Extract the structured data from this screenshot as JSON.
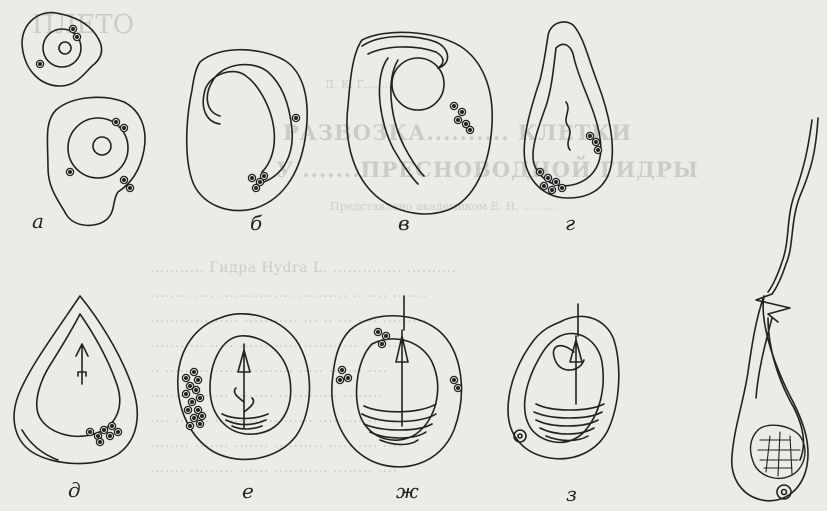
{
  "figure": {
    "panel_labels": {
      "a": "а",
      "b": "б",
      "v": "в",
      "g": "г",
      "d": "д",
      "e": "е",
      "zh": "ж",
      "z": "з"
    }
  },
  "background_text": {
    "page_title_fragment": "ПЛЕТО",
    "author_line": "Д. К. Г........",
    "heading_line_1": "РАЗВОЗКА.......... КЛЕТКИ",
    "heading_line_2": "У .......ПРЕСНОВОДНОЙ ГИДРЫ",
    "subtitle": "Представлено академиком Е. Н. ..........",
    "body_lines": [
      "...........  Гидра  Hydra  L.  ..............  ..........",
      "........  ....  ...............  ..........  ..  ....  .......",
      "............  .....  ...........  ...  ..  ...  ....  .........",
      ".......  ...  .....  ............  ...........  ..  ......",
      "..  .....  ..........  .........  .....  .......  ....",
      ".........  ......  ........  ............  ........",
      "....  .......  ..........  .........  .........  ......",
      "........  .......  .......  ..........  .....  ....  ....",
      ".......  .........  ......  ...........  ........  ...."
    ]
  }
}
